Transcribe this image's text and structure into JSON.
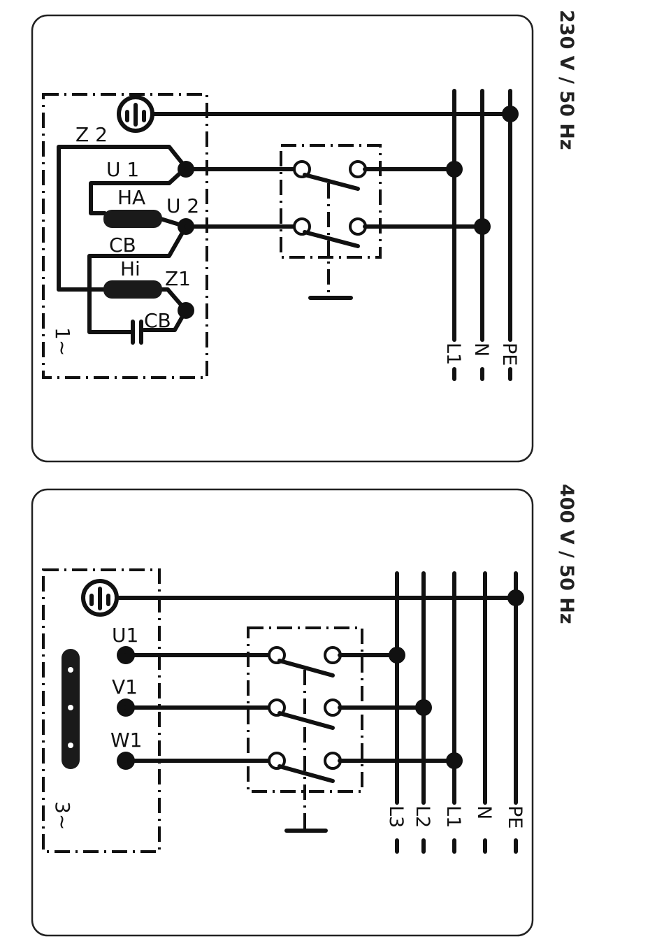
{
  "diagrams": [
    {
      "title": "230 V / 50 Hz",
      "motor_type": "1~",
      "motor_terminals": [
        "Z 2",
        "U 1",
        "U 2",
        "Z1"
      ],
      "winding_labels": [
        "HA",
        "CB",
        "Hi",
        "CB"
      ],
      "supply_lines": [
        "L1",
        "N",
        "PE"
      ]
    },
    {
      "title": "400 V / 50 Hz",
      "motor_type": "3~",
      "motor_terminals": [
        "U1",
        "V1",
        "W1"
      ],
      "supply_lines": [
        "L3",
        "L2",
        "L1",
        "N",
        "PE"
      ]
    }
  ],
  "icons": {
    "ground": "ground-symbol-icon",
    "switch": "switch-contact-icon"
  }
}
